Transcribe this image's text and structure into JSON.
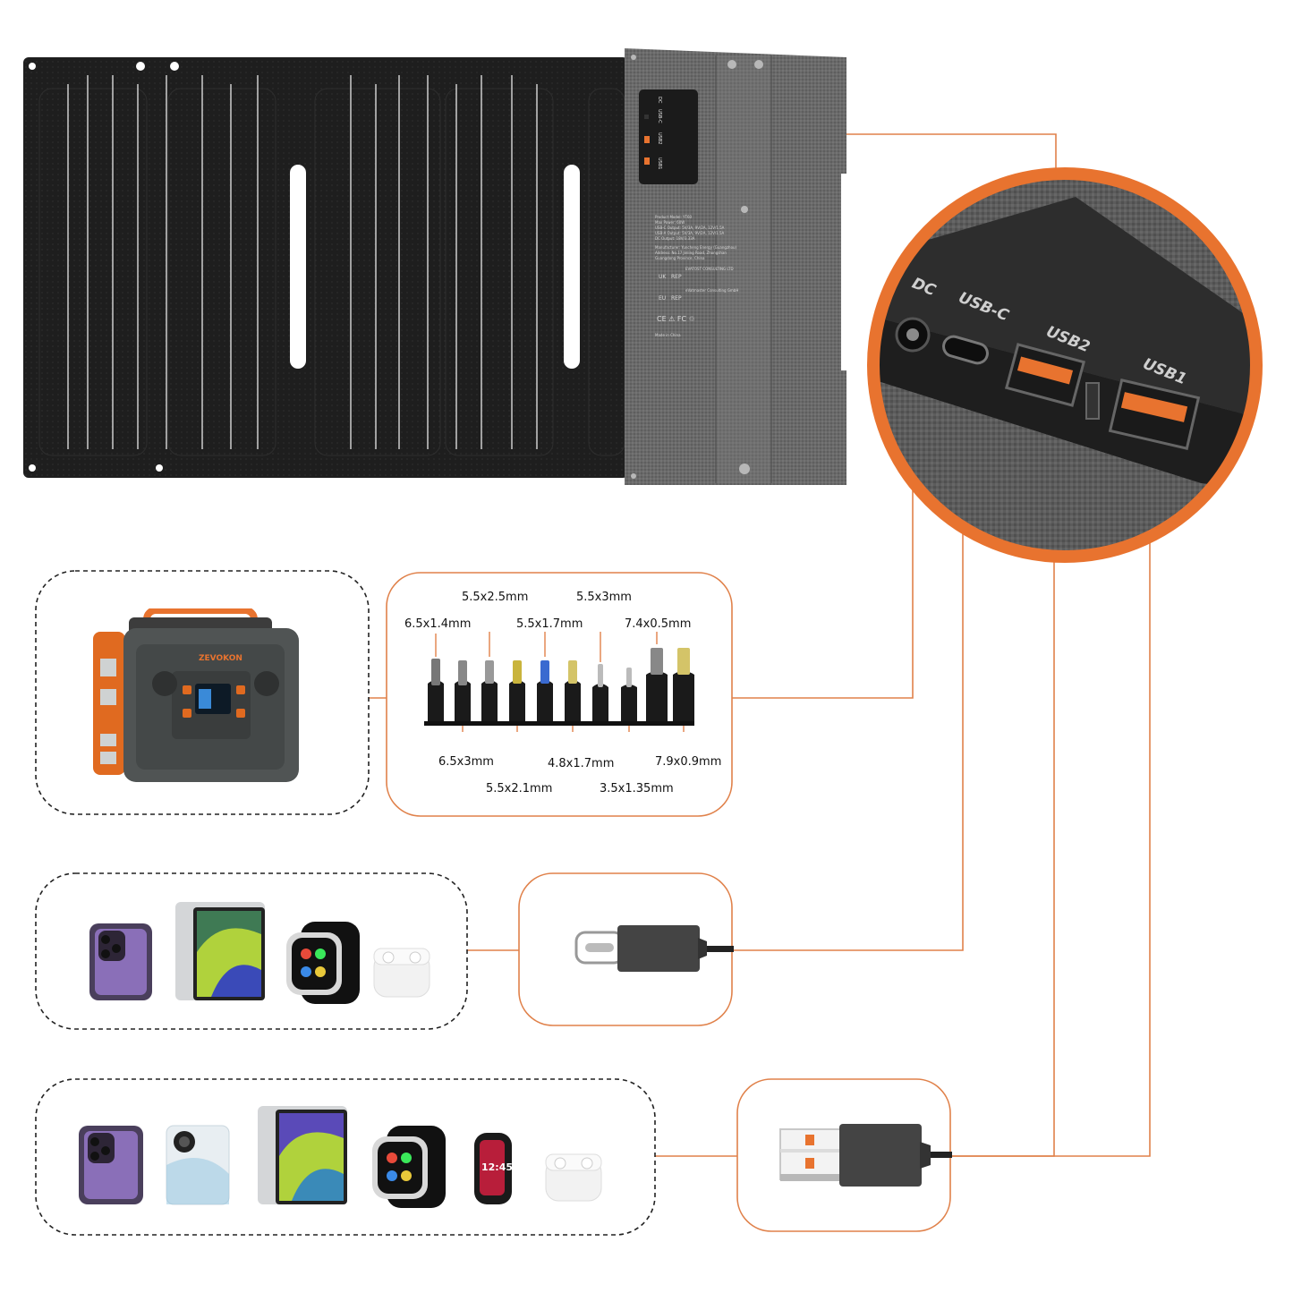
{
  "colors": {
    "accent": "#e8732f",
    "panel_dark": "#1f1f1f",
    "fabric_gray": "#6b6b6b"
  },
  "panel": {
    "junction_tags": [
      "DC",
      "USB-C",
      "USB2",
      "USB1"
    ],
    "spec_label_lines": [
      "Product Model: YT60",
      "Max Power: 60W",
      "USB-C Output: 5V/3A, 9V/2A, 12V/1.5A",
      "USB-A Output: 5V/3A, 9V/2A, 12V/1.5A",
      "DC Output: 18V/3.33A"
    ],
    "manufacturer_lines": [
      "Manufacturer: Yuncheng Energy (Guangzhou)",
      "Address: No.17 Jinling Road, Zhongshan",
      "Guangdong Province, China"
    ],
    "cert_labels": [
      "UK",
      "REP",
      "EU",
      "REP"
    ],
    "rep_names": [
      "EVATOST CONSULTING LTD",
      "eVatmaster Consulting GmbH"
    ],
    "made_in": "Made in China"
  },
  "zoom_ports": [
    "DC",
    "USB-C",
    "USB2",
    "USB1"
  ],
  "station": {
    "brand": "ZEVOKON"
  },
  "tips_top": [
    "6.5x1.4mm",
    "5.5x2.5mm",
    "5.5x1.7mm",
    "5.5x3mm",
    "7.4x0.5mm"
  ],
  "tips_bottom": [
    "6.5x3mm",
    "5.5x2.1mm",
    "4.8x1.7mm",
    "3.5x1.35mm",
    "7.9x0.9mm"
  ],
  "devices_usbc": [
    "phone-icon",
    "tablet-icon",
    "watch-icon",
    "earbuds-icon"
  ],
  "devices_usba": [
    "phone-icon",
    "phone-icon",
    "tablet-icon",
    "watch-icon",
    "fitness-band-icon",
    "earbuds-icon"
  ],
  "band_time": "12:45"
}
